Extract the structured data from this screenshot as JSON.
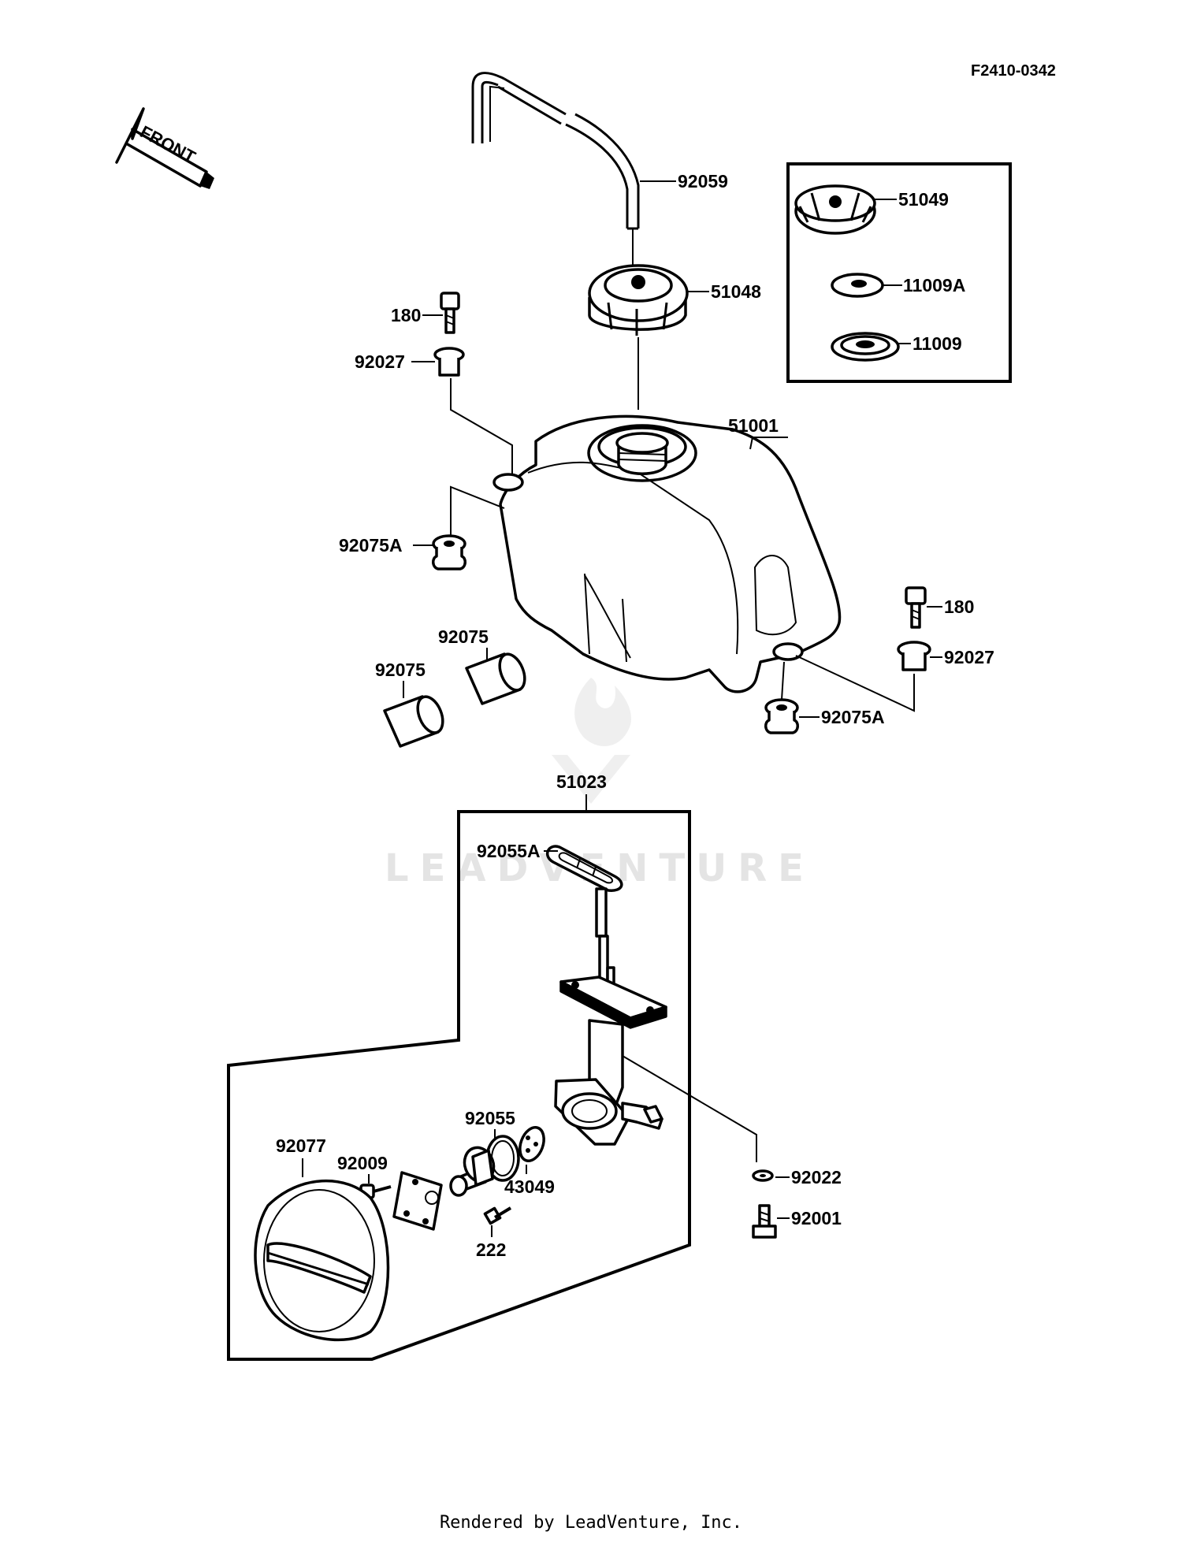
{
  "diagram_code": "F2410-0342",
  "front_label": "FRONT",
  "watermark": "LEADVENTURE",
  "footer": "Rendered by LeadVenture, Inc.",
  "parts": {
    "hose": "92059",
    "cap_alt": "51049",
    "cap_gasket_a": "11009A",
    "cap_gasket": "11009",
    "cap": "51048",
    "bolt_left": "180",
    "collar_left": "92027",
    "tank": "51001",
    "grommet_left": "92075A",
    "bolt_right": "180",
    "collar_right": "92027",
    "grommet_right": "92075A",
    "damper_a": "92075",
    "damper_b": "92075",
    "fuel_cock_assy": "51023",
    "gasket_cock": "92055A",
    "lever_cover": "92077",
    "screw_small": "92009",
    "o_ring": "92055",
    "plate": "43049",
    "screw_222": "222",
    "washer": "92022",
    "bolt_cock": "92001"
  }
}
